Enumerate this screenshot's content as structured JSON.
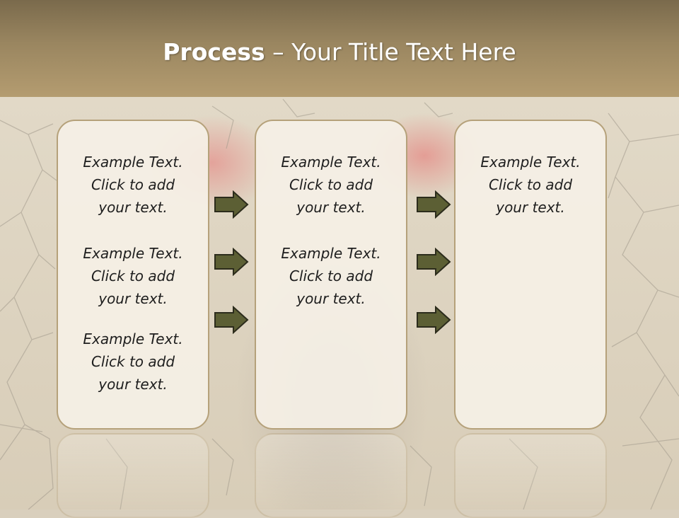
{
  "title": {
    "bold": "Process",
    "rest": " – Your Title Text Here"
  },
  "columns": [
    {
      "items": [
        "Example Text.\nClick  to add\nyour text.",
        "Example Text.\nClick  to add\nyour text.",
        "Example Text.\nClick  to add\nyour text."
      ]
    },
    {
      "items": [
        "Example Text.\nClick  to add\nyour text.",
        "Example Text.\nClick  to add\nyour text."
      ]
    },
    {
      "items": [
        "Example Text.\nClick  to add\nyour text."
      ]
    }
  ],
  "colors": {
    "title_bar": "#9a8660",
    "panel_border": "#b5a17a",
    "arrow_fill": "#5c5f34"
  },
  "icons": [
    "arrow-right-icon"
  ]
}
